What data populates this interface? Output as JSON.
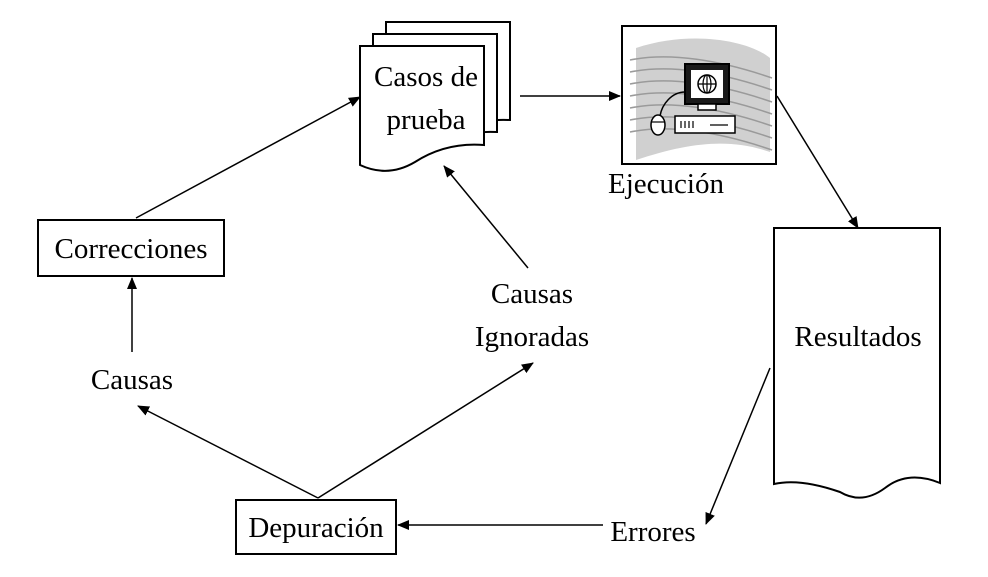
{
  "nodes": {
    "test_cases": {
      "line1": "Casos de",
      "line2": "prueba"
    },
    "execution": {
      "label": "Ejecución"
    },
    "results": {
      "label": "Resultados"
    },
    "errors": {
      "label": "Errores"
    },
    "debugging": {
      "label": "Depuración"
    },
    "causes": {
      "label": "Causas"
    },
    "ignored_causes": {
      "line1": "Causas",
      "line2": "Ignoradas"
    },
    "corrections": {
      "label": "Correcciones"
    }
  },
  "icons": {
    "execution": "computer-workstation-icon"
  },
  "colors": {
    "stroke": "#000000",
    "background": "#ffffff",
    "icon_bg_stripes": "#b8b8b8",
    "icon_monitor": "#1a1a1a"
  }
}
